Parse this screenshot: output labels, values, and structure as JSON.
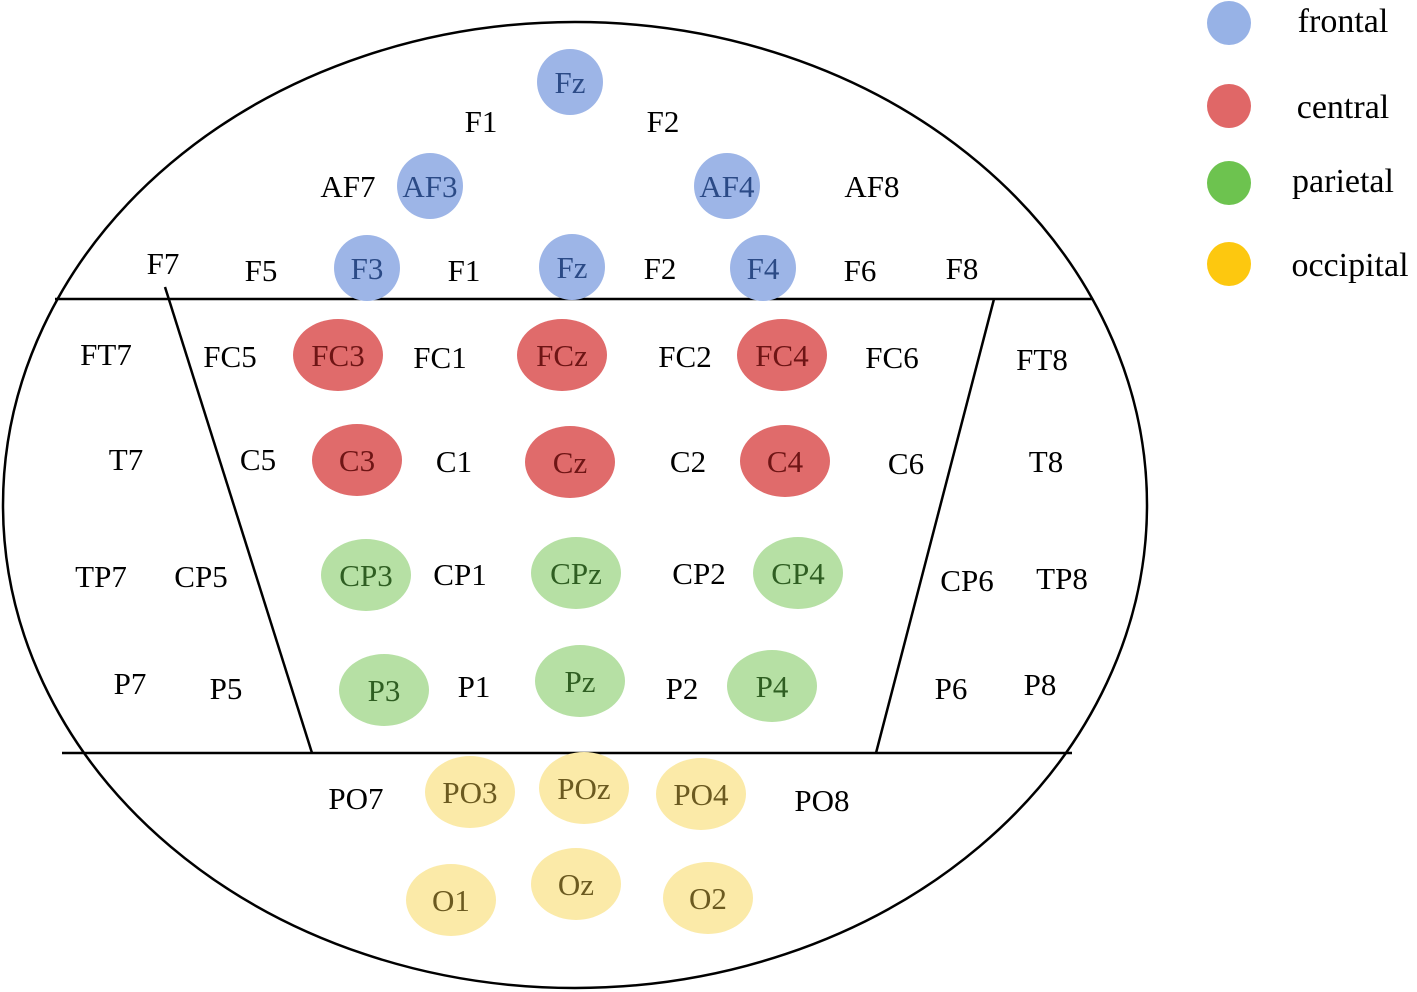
{
  "regions": {
    "frontal": {
      "label": "frontal",
      "dot_color": "#97b2e6",
      "fill": "#9db5e7",
      "text_color": "#2b4a86"
    },
    "central": {
      "label": "central",
      "dot_color": "#e06767",
      "fill": "#e06b6b",
      "text_color": "#6e1515"
    },
    "parietal": {
      "label": "parietal",
      "dot_color": "#6dc34f",
      "fill": "#b6e0a4",
      "text_color": "#2f5e22"
    },
    "occipital": {
      "label": "occipital",
      "dot_color": "#fdc80f",
      "fill": "#fbeaa8",
      "text_color": "#6b5a20"
    }
  },
  "legend": [
    "frontal",
    "central",
    "parietal",
    "occipital"
  ],
  "electrodes": [
    {
      "label": "Fz",
      "region": "frontal"
    },
    {
      "label": "F1",
      "region": null
    },
    {
      "label": "F2",
      "region": null
    },
    {
      "label": "AF7",
      "region": null
    },
    {
      "label": "AF3",
      "region": "frontal"
    },
    {
      "label": "AF4",
      "region": "frontal"
    },
    {
      "label": "AF8",
      "region": null
    },
    {
      "label": "F7",
      "region": null
    },
    {
      "label": "F5",
      "region": null
    },
    {
      "label": "F3",
      "region": "frontal"
    },
    {
      "label": "F1",
      "region": null
    },
    {
      "label": "Fz",
      "region": "frontal"
    },
    {
      "label": "F2",
      "region": null
    },
    {
      "label": "F4",
      "region": "frontal"
    },
    {
      "label": "F6",
      "region": null
    },
    {
      "label": "F8",
      "region": null
    },
    {
      "label": "FT7",
      "region": null
    },
    {
      "label": "FC5",
      "region": null
    },
    {
      "label": "FC3",
      "region": "central"
    },
    {
      "label": "FC1",
      "region": null
    },
    {
      "label": "FCz",
      "region": "central"
    },
    {
      "label": "FC2",
      "region": null
    },
    {
      "label": "FC4",
      "region": "central"
    },
    {
      "label": "FC6",
      "region": null
    },
    {
      "label": "FT8",
      "region": null
    },
    {
      "label": "T7",
      "region": null
    },
    {
      "label": "C5",
      "region": null
    },
    {
      "label": "C3",
      "region": "central"
    },
    {
      "label": "C1",
      "region": null
    },
    {
      "label": "Cz",
      "region": "central"
    },
    {
      "label": "C2",
      "region": null
    },
    {
      "label": "C4",
      "region": "central"
    },
    {
      "label": "C6",
      "region": null
    },
    {
      "label": "T8",
      "region": null
    },
    {
      "label": "TP7",
      "region": null
    },
    {
      "label": "CP5",
      "region": null
    },
    {
      "label": "CP3",
      "region": "parietal"
    },
    {
      "label": "CP1",
      "region": null
    },
    {
      "label": "CPz",
      "region": "parietal"
    },
    {
      "label": "CP2",
      "region": null
    },
    {
      "label": "CP4",
      "region": "parietal"
    },
    {
      "label": "CP6",
      "region": null
    },
    {
      "label": "TP8",
      "region": null
    },
    {
      "label": "P7",
      "region": null
    },
    {
      "label": "P5",
      "region": null
    },
    {
      "label": "P3",
      "region": "parietal"
    },
    {
      "label": "P1",
      "region": null
    },
    {
      "label": "Pz",
      "region": "parietal"
    },
    {
      "label": "P2",
      "region": null
    },
    {
      "label": "P4",
      "region": "parietal"
    },
    {
      "label": "P6",
      "region": null
    },
    {
      "label": "P8",
      "region": null
    },
    {
      "label": "PO7",
      "region": null
    },
    {
      "label": "PO3",
      "region": "occipital"
    },
    {
      "label": "POz",
      "region": "occipital"
    },
    {
      "label": "PO4",
      "region": "occipital"
    },
    {
      "label": "PO8",
      "region": null
    },
    {
      "label": "O1",
      "region": "occipital"
    },
    {
      "label": "Oz",
      "region": "occipital"
    },
    {
      "label": "O2",
      "region": "occipital"
    }
  ]
}
